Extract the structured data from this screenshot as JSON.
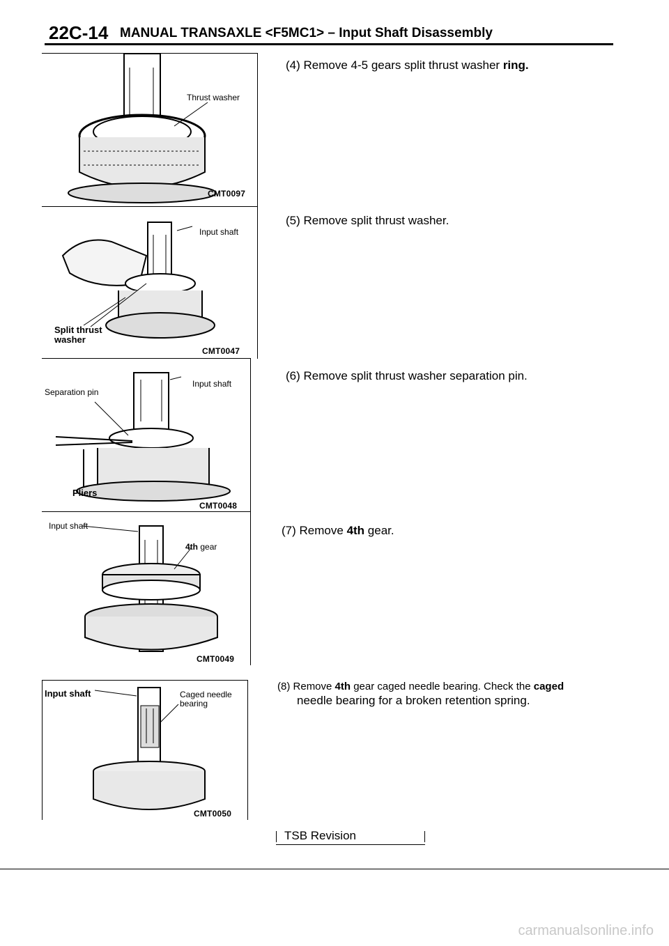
{
  "header": {
    "page_number": "22C-14",
    "title": "MANUAL TRANSAXLE <F5MC1> – Input Shaft Disassembly"
  },
  "figures": [
    {
      "code": "CMT0097",
      "labels": {
        "thrust_washer": "Thrust washer"
      }
    },
    {
      "code": "CMT0047",
      "labels": {
        "input_shaft": "Input shaft",
        "split_thrust_washer": "Split thrust washer"
      }
    },
    {
      "code": "CMT0048",
      "labels": {
        "separation_pin": "Separation pin",
        "input_shaft": "Input shaft",
        "pliers": "Pliers"
      }
    },
    {
      "code": "CMT0049",
      "labels": {
        "input_shaft": "Input shaft",
        "gear_prefix": "4th",
        "gear_suffix": "gear"
      }
    },
    {
      "code": "CMT0050",
      "labels": {
        "input_shaft": "Input shaft",
        "caged_needle_bearing": "Caged needle bearing"
      }
    }
  ],
  "steps": [
    {
      "num": "(4)",
      "text": "Remove 4-5 gears split thrust washer",
      "bold": "ring."
    },
    {
      "num": "(5)",
      "text": "Remove split thrust washer."
    },
    {
      "num": "(6)",
      "text": "Remove split thrust washer separation pin."
    },
    {
      "num": "(7)",
      "pre": "Remove",
      "bold": "4th",
      "post": "gear."
    },
    {
      "num": "(8)",
      "pre": "Remove",
      "bold": "4th",
      "post": "gear caged needle bearing. Check the",
      "bold2": "caged",
      "line2": "needle bearing for a broken retention spring."
    }
  ],
  "footer": {
    "tsb": "TSB Revision",
    "watermark": "carmanualsonline.info"
  }
}
